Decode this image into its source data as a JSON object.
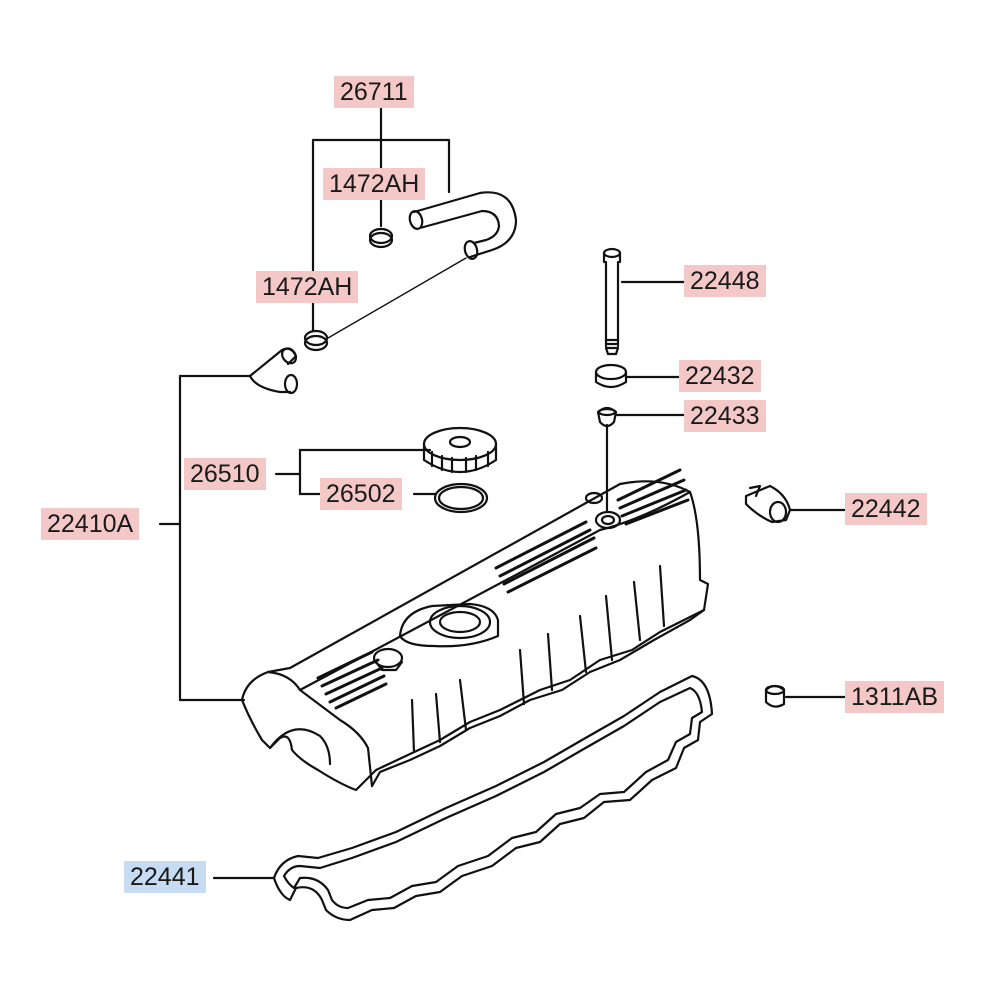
{
  "parts": [
    {
      "id": "26711",
      "label": "26711",
      "highlight": "#f5c8c8"
    },
    {
      "id": "1472AH-upper",
      "label": "1472AH",
      "highlight": "#f5c8c8"
    },
    {
      "id": "1472AH-lower",
      "label": "1472AH",
      "highlight": "#f5c8c8"
    },
    {
      "id": "22448",
      "label": "22448",
      "highlight": "#f5c8c8"
    },
    {
      "id": "22432",
      "label": "22432",
      "highlight": "#f5c8c8"
    },
    {
      "id": "22433",
      "label": "22433",
      "highlight": "#f5c8c8"
    },
    {
      "id": "26510",
      "label": "26510",
      "highlight": "#f5c8c8"
    },
    {
      "id": "26502",
      "label": "26502",
      "highlight": "#f5c8c8"
    },
    {
      "id": "22442",
      "label": "22442",
      "highlight": "#f5c8c8"
    },
    {
      "id": "22410A",
      "label": "22410A",
      "highlight": "#f5c8c8"
    },
    {
      "id": "1311AB",
      "label": "1311AB",
      "highlight": "#f5c8c8"
    },
    {
      "id": "22441",
      "label": "22441",
      "highlight": "#c7dcf2"
    }
  ]
}
